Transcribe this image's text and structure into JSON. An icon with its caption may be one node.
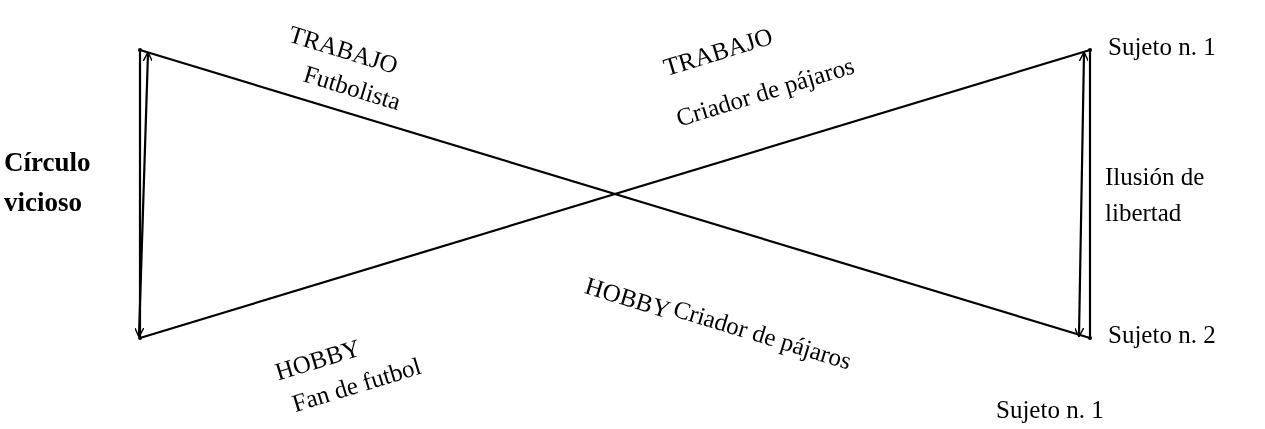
{
  "diagram": {
    "nodes": [
      {
        "text": [],
        "shape": "point"
      },
      {
        "text": [],
        "shape": "point"
      },
      {
        "text": [],
        "shape": "point",
        "beside": [
          "Sujeto n. 1"
        ]
      },
      {
        "text": [],
        "shape": "point",
        "beside": [
          "Sujeto n. 2"
        ]
      }
    ],
    "edges": [
      {
        "from": 0,
        "to": 3,
        "arrow": "none"
      },
      {
        "from": 1,
        "to": 2,
        "arrow": "none"
      },
      {
        "from": 0,
        "to": 1,
        "arrow": "none"
      },
      {
        "from": 0,
        "to": 1,
        "arrow": "both"
      },
      {
        "from": 2,
        "to": 3,
        "arrow": "none"
      },
      {
        "from": 2,
        "to": 3,
        "arrow": "both"
      }
    ],
    "labels": [
      "TRABAJO",
      "Futbolista",
      "TRABAJO",
      "Criador de pájaros",
      "Círculo vicioso",
      "Ilusión de libertad",
      "HOBBY",
      "HOBBY",
      "Fan de futbol",
      "Criador de pájaros",
      "Sujeto n. 1"
    ]
  }
}
